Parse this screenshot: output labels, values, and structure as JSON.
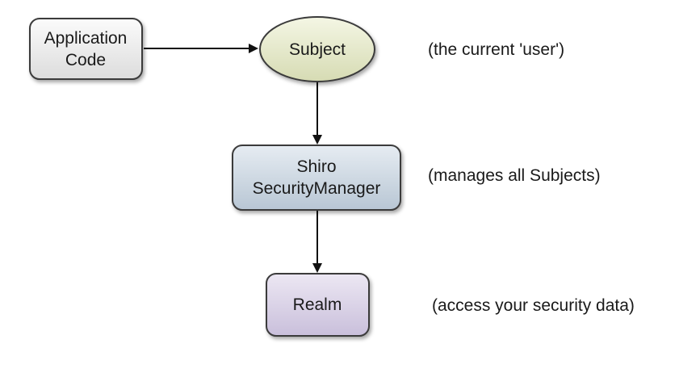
{
  "nodes": {
    "application_code": {
      "lines": [
        "Application",
        "Code"
      ]
    },
    "subject": {
      "lines": [
        "Subject"
      ]
    },
    "security_manager": {
      "lines": [
        "Shiro",
        "SecurityManager"
      ]
    },
    "realm": {
      "lines": [
        "Realm"
      ]
    }
  },
  "notes": {
    "subject": "(the current 'user')",
    "security_manager": "(manages all Subjects)",
    "realm": "(access your security data)"
  },
  "colors": {
    "application_code_fill": "#efefef",
    "subject_fill": "#e8ebcf",
    "security_manager_fill": "#cfd9e3",
    "realm_fill": "#ddd6e8",
    "border": "#3a3a3a",
    "edge": "#111111"
  }
}
